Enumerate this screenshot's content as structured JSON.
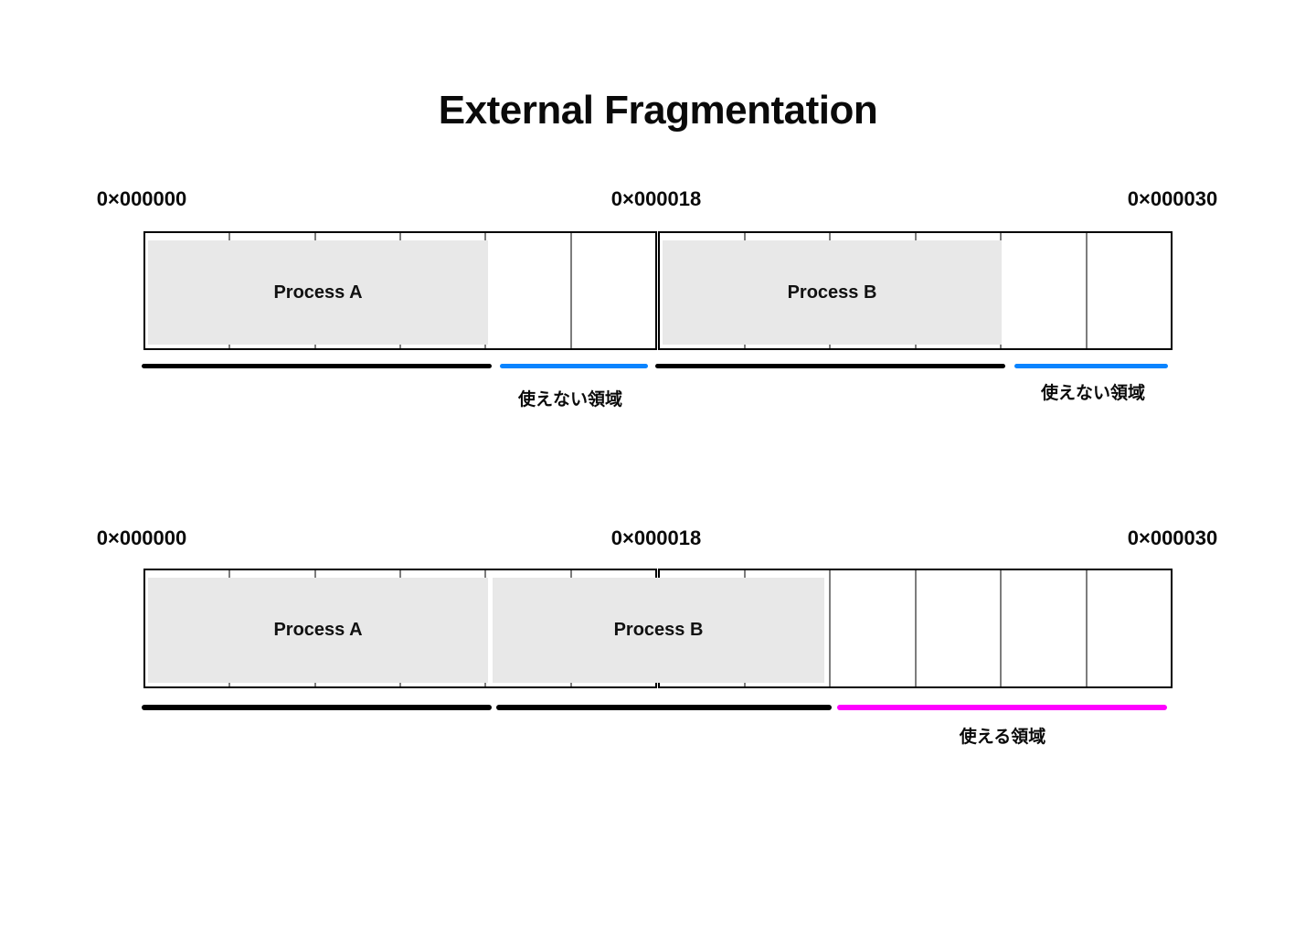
{
  "title": "External Fragmentation",
  "top_diagram": {
    "addresses": [
      "0×000000",
      "0×000018",
      "0×000030"
    ],
    "process_a": "Process A",
    "process_b": "Process B",
    "unusable_label_left": "使えない領域",
    "unusable_label_right": "使えない領域",
    "cells_total": 12,
    "process_a_cells": 4,
    "gap_after_a_cells": 2,
    "process_b_cells": 4,
    "gap_after_b_cells": 2
  },
  "bottom_diagram": {
    "addresses": [
      "0×000000",
      "0×000018",
      "0×000030"
    ],
    "process_a": "Process A",
    "process_b": "Process B",
    "usable_label": "使える領域",
    "cells_total": 12,
    "process_a_cells": 4,
    "process_b_cells": 4,
    "free_cells": 4
  },
  "colors": {
    "used_underline": "#000000",
    "unusable_underline": "#0a84ff",
    "usable_underline": "#ff00ff",
    "process_fill": "#e8e8e8",
    "cell_divider": "#7d7d7d",
    "bar_border": "#000000",
    "text": "#0a0a0a",
    "background": "#ffffff"
  }
}
